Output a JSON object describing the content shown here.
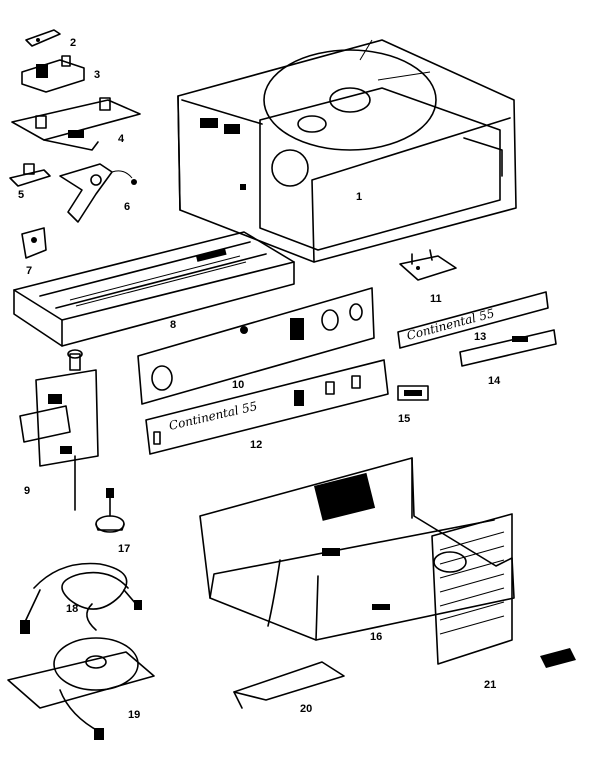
{
  "parts": [
    {
      "id": "1",
      "label": "1"
    },
    {
      "id": "2",
      "label": "2"
    },
    {
      "id": "3",
      "label": "3"
    },
    {
      "id": "4",
      "label": "4"
    },
    {
      "id": "5",
      "label": "5"
    },
    {
      "id": "6",
      "label": "6"
    },
    {
      "id": "7",
      "label": "7"
    },
    {
      "id": "8",
      "label": "8"
    },
    {
      "id": "9",
      "label": "9"
    },
    {
      "id": "10",
      "label": "10"
    },
    {
      "id": "11",
      "label": "11"
    },
    {
      "id": "12",
      "label": "12"
    },
    {
      "id": "13",
      "label": "13"
    },
    {
      "id": "14",
      "label": "14"
    },
    {
      "id": "15",
      "label": "15"
    },
    {
      "id": "16",
      "label": "16"
    },
    {
      "id": "17",
      "label": "17"
    },
    {
      "id": "18",
      "label": "18"
    },
    {
      "id": "19",
      "label": "19"
    },
    {
      "id": "20",
      "label": "20"
    },
    {
      "id": "21",
      "label": "21"
    }
  ],
  "nameplates": {
    "trim_12": "Continental 55",
    "nameplate_13": "Continental 55"
  }
}
